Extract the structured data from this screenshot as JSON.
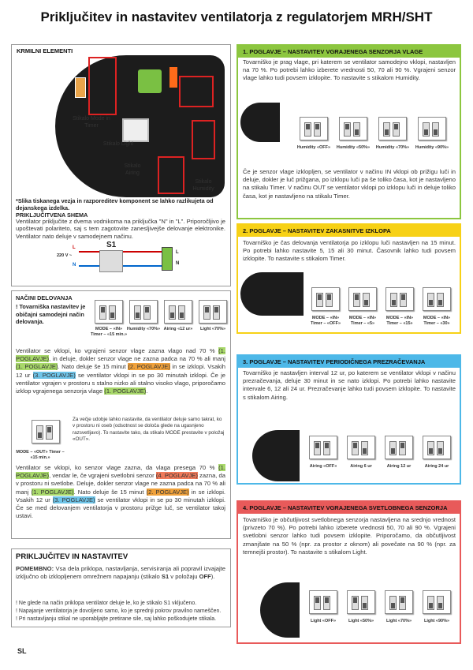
{
  "title": "Priključitev in nastavitev ventilatorja z regulatorjem MRH/SHT",
  "kontrol": {
    "heading": "KRMILNI ELEMENTI",
    "lbl_mode": "Stikalo Mode in Timer",
    "lbl_light": "Stikalo Light",
    "lbl_airing": "Stikalo Airing",
    "lbl_humidity": "Stikalo Humidity",
    "note": "*Slika tiskanega vezja in razporeditev komponent se lahko razlikujeta od dejanskega izdelka.",
    "shema_heading": "PRIKLJUČITVENA SHEMA",
    "shema_text": "Ventilator priključite z dvema vodnikoma na priključka \"N\" in \"L\". Priporočljivo je upoštevati polariteto, saj s tem zagotovite zanesljivejše delovanje elektronike. Ventilator nato deluje v samodejnem načinu.",
    "s1": "S1",
    "v220": "220 V ~",
    "L": "L",
    "N": "N"
  },
  "nacini": {
    "heading": "NAČINI DELOVANJA",
    "factory": "! Tovarniška nastavitev je običajni samodejni način delovanja.",
    "sw_labels": [
      "MODE – «IN» Timer – «15 min.»",
      "Humidity «70%»",
      "Airing «12 ur»",
      "Light «70%»"
    ],
    "p1": [
      "Ventilator se vklopi, ko vgrajeni senzor vlage zazna vlago nad 70 % ",
      "(1. POGLAVJE)",
      ", in deluje, dokler senzor vlage ne zazna padca na 70 % ali manj ",
      "(1. POGLAVJE)",
      ". Nato deluje še 15 minut ",
      "(2. POGLAVJE)",
      " in se izklopi. Vsakih 12 ur ",
      "(3. POGLAVJE)",
      " se ventilator vklopi in se po 30 minutah izklopi. Če je ventilator vgrajen v prostoru s stalno nizko ali stalno visoko vlago, priporočamo izklop vgrajenega senzorja vlage ",
      "(1. POGLAVJE)",
      "."
    ],
    "out_text": "Za večje udobje lahko nastavite, da ventilator deluje samo takrat, ko v prostoru ni oseb (odsotnost se določa glede na ugasnjeno razsvetljavo). To nastavite tako, da stikalo MODE prestavite v položaj «OUT».",
    "out_label": "MODE – «OUT» Timer – «15 min.»",
    "p2": [
      "Ventilator se vklopi, ko senzor vlage zazna, da vlaga presega 70 % ",
      "(1. POGLAVJE)",
      ", vendar le, če vgrajeni svetlobni senzor ",
      "(4. POGLAVJE)",
      " zazna, da v prostoru ni svetlobe. Deluje, dokler senzor vlage ne zazna padca na 70 % ali manj ",
      "(1. POGLAVJE)",
      ". Nato deluje še 15 minut ",
      "(2. POGLAVJE)",
      " in se izklopi. Vsakih 12 ur ",
      "(3. POGLAVJE)",
      " se ventilator vklopi in se po 30 minutah izklopi. Če se med delovanjem ventilatorja v prostoru prižge luč, se ventilator takoj ustavi."
    ]
  },
  "prik": {
    "heading": "PRIKLJUČITEV IN NASTAVITEV",
    "pomembno": "POMEMBNO:",
    "pomembno_text": " Vsa dela priklopa, nastavljanja, servisiranja ali popravil izvajajte izključno ob izklopljenem omrežnem napajanju (stikalo ",
    "s1": "S1",
    "pomembno_end": " v položaju ",
    "off": "OFF",
    "end": ").",
    "n1": "! Ne glede na način priklopa ventilator deluje le, ko je stikalo S1 vključeno.",
    "n2": "! Napajanje ventilatorja je dovoljeno samo, ko je sprednji pokrov pravilno nameščen.",
    "n3": "! Pri nastavljanju stikal ne uporabljajte pretirane sile, saj lahko poškodujete stikala."
  },
  "sec1": {
    "heading": "1. POGLAVJE – NASTAVITEV VGRAJENEGA SENZORJA VLAGE",
    "text": "Tovarniško je prag vlage, pri katerem se ventilator samodejno vklopi, nastavljen na 70 %. Po potrebi lahko izberete vrednosti 50, 70 ali 90 %. Vgrajeni senzor vlage lahko tudi povsem izklopite. To nastavite s stikalom Humidity.",
    "labels": [
      "Humidity «OFF»",
      "Humidity «50%»",
      "Humidity «70%»",
      "Humidity «90%»"
    ],
    "text2": "Če je senzor vlage izklopljen, se ventilator v načinu IN vklopi ob prižigu luči in deluje, dokler je luč prižgana, po izklopu luči pa še toliko časa, kot je nastavljeno na stikalu Timer. V načinu OUT se ventilator vklopi po izklopu luči in deluje toliko časa, kot je nastavljeno na stikalu Timer."
  },
  "sec2": {
    "heading": "2. POGLAVJE – NASTAVITEV ZAKASNITVE IZKLOPA",
    "text": "Tovarniško je čas delovanja ventilatorja po izklopu luči nastavljen na 15 minut. Po potrebi lahko nastavite 5, 15 ali 30 minut. Časovnik lahko tudi povsem izklopite. To nastavite s stikalom Timer.",
    "labels": [
      "MODE – «IN» Timer – «OFF»",
      "MODE – «IN» Timer – «5»",
      "MODE – «IN» Timer – «15»",
      "MODE – «IN» Timer – «30»"
    ]
  },
  "sec3": {
    "heading": "3. POGLAVJE – NASTAVITEV PERIODIČNEGA PREZRAČEVANJA",
    "text": "Tovarniško je nastavljen interval 12 ur, po katerem se ventilator vklopi v načinu prezračevanja, deluje 30 minut in se nato izklopi. Po potrebi lahko nastavite intervale 6, 12 ali 24 ur. Prezračevanje lahko tudi povsem izklopite. To nastavite s stikalom Airing.",
    "labels": [
      "Airing «OFF»",
      "Airing 6 ur",
      "Airing 12 ur",
      "Airing 24 ur"
    ]
  },
  "sec4": {
    "heading": "4. POGLAVJE – NASTAVITEV VGRAJENEGA SVETLOBNEGA SENZORJA",
    "text": "Tovarniško je občutljivost svetlobnega senzorja nastavljena na srednjo vrednost (privzeto 70 %). Po potrebi lahko izberete vrednosti 50, 70 ali 90 %. Vgrajeni svetlobni senzor lahko tudi povsem izklopite. Priporočamo, da občutljivost zmanjšate na 50 % (npr. za prostor z oknom) ali povečate na 90 % (npr. za temnejši prostor). To nastavite s stikalom Light.",
    "labels": [
      "Light «OFF»",
      "Light «50%»",
      "Light «70%»",
      "Light «90%»"
    ]
  },
  "lang": "SL",
  "colors": {
    "green": "#8cc63f",
    "yellow": "#f7d116",
    "blue": "#4db8e8",
    "red": "#e85a5a"
  }
}
